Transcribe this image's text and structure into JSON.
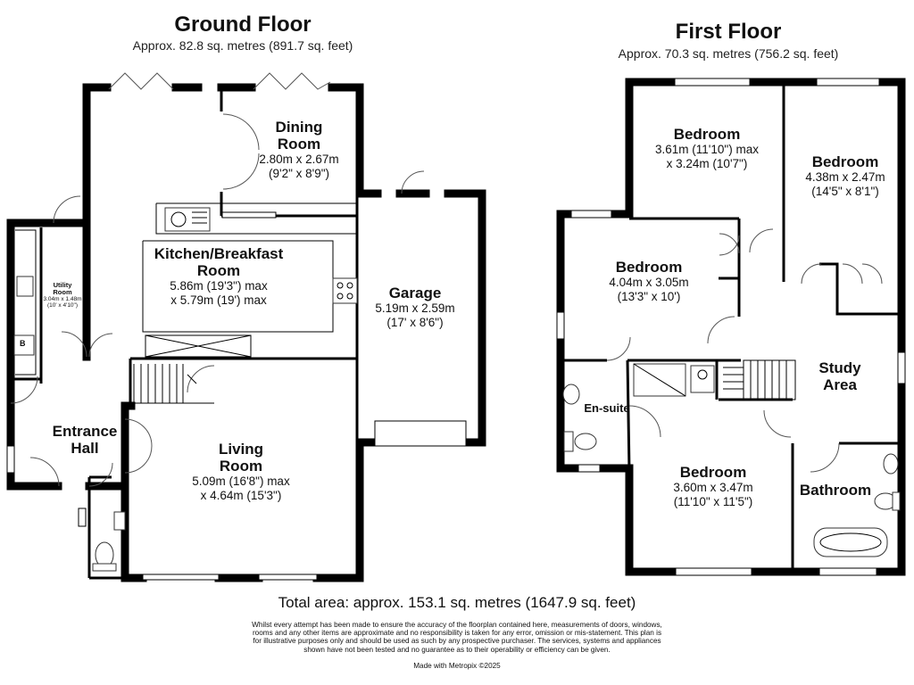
{
  "ground_floor": {
    "title": "Ground Floor",
    "area": "Approx. 82.8 sq. metres (891.7 sq. feet)",
    "rooms": {
      "dining": {
        "name1": "Dining",
        "name2": "Room",
        "dim1": "2.80m x 2.67m",
        "dim2": "(9'2\" x 8'9\")"
      },
      "kitchen": {
        "name1": "Kitchen/Breakfast",
        "name2": "Room",
        "dim1": "5.86m (19'3\") max",
        "dim2": "x 5.79m (19') max"
      },
      "garage": {
        "name1": "Garage",
        "dim1": "5.19m x 2.59m",
        "dim2": "(17' x 8'6\")"
      },
      "utility": {
        "name1": "Utility",
        "name2": "Room",
        "dim1": "3.04m x 1.48m",
        "dim2": "(10' x 4'10\")"
      },
      "entrance": {
        "name1": "Entrance",
        "name2": "Hall"
      },
      "living": {
        "name1": "Living",
        "name2": "Room",
        "dim1": "5.09m (16'8\") max",
        "dim2": "x 4.64m (15'3\")"
      },
      "boiler_label": "B"
    }
  },
  "first_floor": {
    "title": "First Floor",
    "area": "Approx. 70.3 sq. metres (756.2 sq. feet)",
    "rooms": {
      "bedroom_top": {
        "name1": "Bedroom",
        "dim1": "3.61m (11'10\") max",
        "dim2": "x 3.24m (10'7\")"
      },
      "bedroom_right": {
        "name1": "Bedroom",
        "dim1": "4.38m x 2.47m",
        "dim2": "(14'5\" x 8'1\")"
      },
      "bedroom_left": {
        "name1": "Bedroom",
        "dim1": "4.04m x 3.05m",
        "dim2": "(13'3\" x 10')"
      },
      "study": {
        "name1": "Study",
        "name2": "Area"
      },
      "ensuite": {
        "name1": "En-suite"
      },
      "bedroom_bottom": {
        "name1": "Bedroom",
        "dim1": "3.60m x 3.47m",
        "dim2": "(11'10\" x 11'5\")"
      },
      "bathroom": {
        "name1": "Bathroom"
      }
    }
  },
  "total_area": "Total area: approx. 153.1 sq. metres (1647.9 sq. feet)",
  "disclaimer": "Whilst every attempt has been made to ensure the accuracy of the floorplan contained here, measurements of doors, windows, rooms and any other items are approximate and no responsibility is taken for any error, omission or mis-statement. This plan is for illustrative purposes only and should be used as such by any prospective purchaser. The services, systems and appliances shown have not been tested and no guarantee as to their operability or efficiency can be given.",
  "credit": "Made with Metropix ©2025"
}
